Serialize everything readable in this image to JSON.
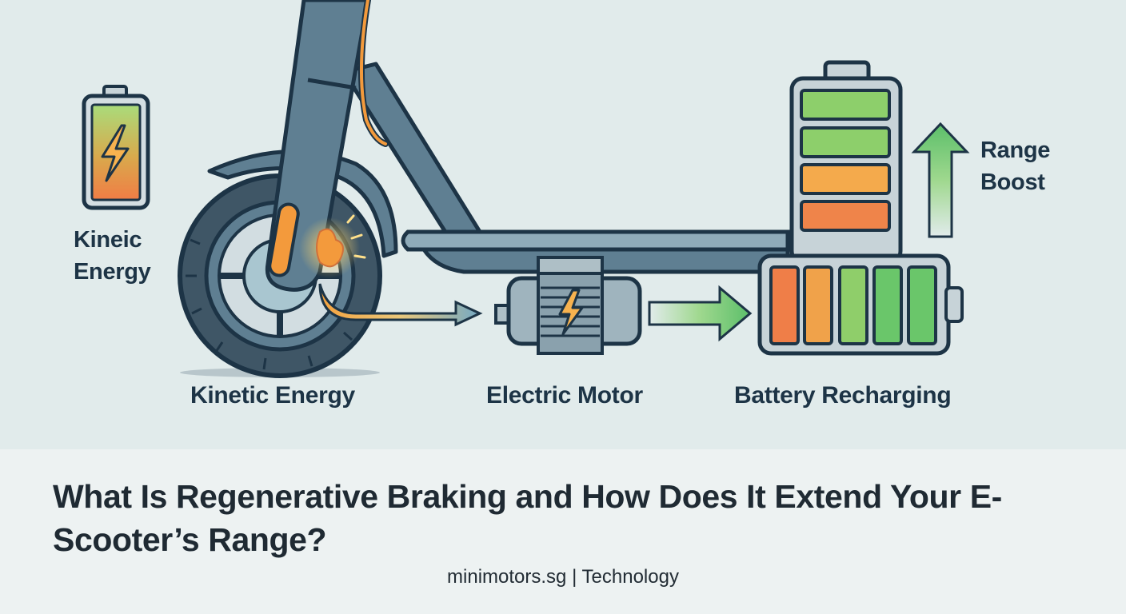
{
  "illustration": {
    "left_label": {
      "line1": "Kineic",
      "line2": "Energy"
    },
    "right_label": {
      "line1": "Range",
      "line2": "Boost"
    },
    "captions": {
      "wheel": "Kinetic Energy",
      "motor": "Electric Motor",
      "battery": "Battery Recharging"
    },
    "icons": [
      "small-battery-icon",
      "lightning-icon",
      "scooter-illustration",
      "brake-spark-icon",
      "flow-arrow-icon",
      "electric-motor-icon",
      "vertical-battery-icon",
      "horizontal-battery-icon",
      "up-arrow-icon"
    ],
    "colors": {
      "background": "#e1ebeb",
      "outline": "#1d3446",
      "frame": "#5f7f92",
      "accent_orange": "#f39a3c",
      "green": "#5cbf6a",
      "light_green": "#a3d97a",
      "red_orange": "#ee7a48",
      "yellow_orange": "#f7b24f"
    }
  },
  "article": {
    "title": "What Is Regenerative Braking and How Does It Extend Your E-Scooter’s Range?",
    "byline": "minimotors.sg | Technology"
  }
}
